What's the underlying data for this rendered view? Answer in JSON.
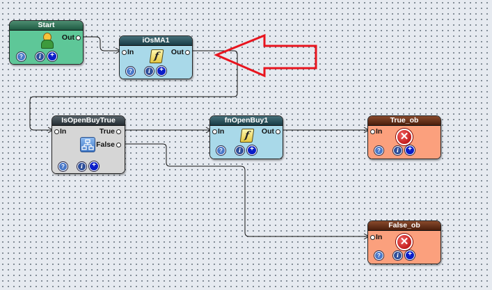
{
  "nodes": {
    "start": {
      "title": "Start",
      "out": "Out"
    },
    "iosma1": {
      "title": "iOsMA1",
      "in": "In",
      "out": "Out"
    },
    "isopenbuytrue": {
      "title": "IsOpenBuyTrue",
      "in": "In",
      "out_true": "True",
      "out_false": "False"
    },
    "fnopenbuy1": {
      "title": "fnOpenBuy1",
      "in": "In",
      "out": "Out"
    },
    "true_ob": {
      "title": "True_ob",
      "in": "In"
    },
    "false_ob": {
      "title": "False_ob",
      "in": "In"
    }
  },
  "icons": {
    "help": "?",
    "info": "i",
    "add": "+",
    "function": "f",
    "close": "✕"
  },
  "colors": {
    "start_body": "#5ec798",
    "function_body": "#a9d9e9",
    "condition_body": "#d6d6d6",
    "terminal_body": "#fba07d",
    "annotation_arrow": "#e8141e",
    "wire": "#111111"
  },
  "annotation": {
    "shape": "red outlined arrow",
    "points_to": "iOsMA1 Out"
  }
}
